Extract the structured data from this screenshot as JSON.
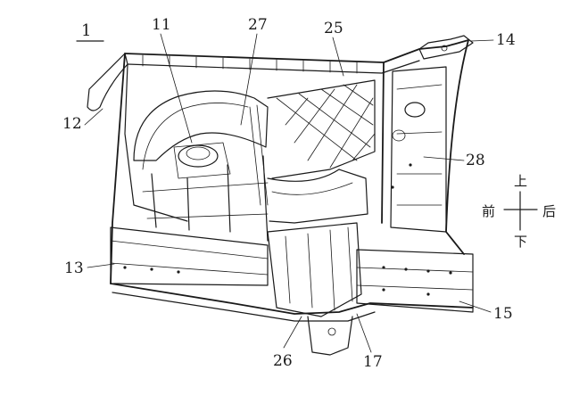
{
  "figure_number": "1",
  "callouts": [
    {
      "id": "c11",
      "text": "11"
    },
    {
      "id": "c27",
      "text": "27"
    },
    {
      "id": "c25",
      "text": "25"
    },
    {
      "id": "c14",
      "text": "14"
    },
    {
      "id": "c12",
      "text": "12"
    },
    {
      "id": "c28",
      "text": "28"
    },
    {
      "id": "c13",
      "text": "13"
    },
    {
      "id": "c15",
      "text": "15"
    },
    {
      "id": "c26",
      "text": "26"
    },
    {
      "id": "c17",
      "text": "17"
    }
  ],
  "orientation": {
    "up": "上",
    "down": "下",
    "front": "前",
    "back": "后"
  }
}
